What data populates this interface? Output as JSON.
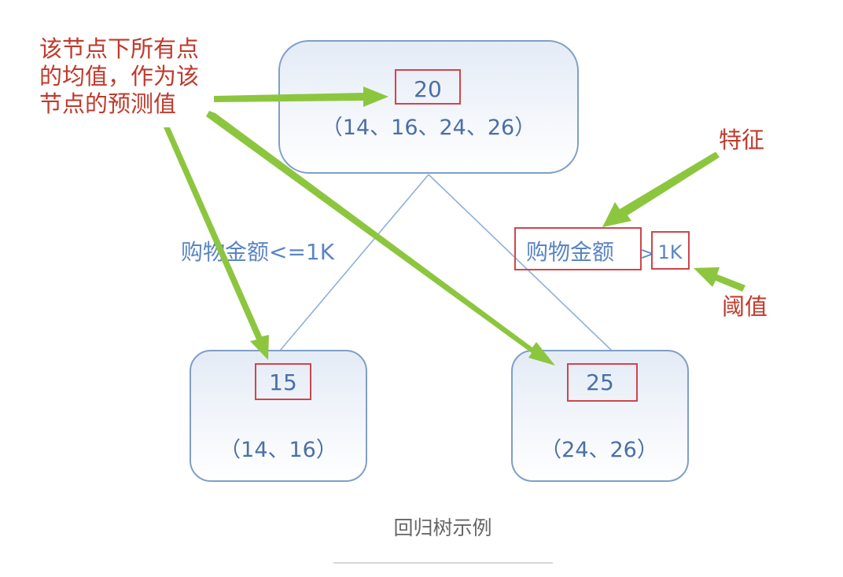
{
  "diagram": {
    "root": {
      "value": "20",
      "samples": "（14、16、24、26）"
    },
    "left_child": {
      "value": "15",
      "samples": "（14、16）"
    },
    "right_child": {
      "value": "25",
      "samples": "（24、26）"
    },
    "left_split_label": "购物金额<=1K",
    "right_split": {
      "feature": "购物金额",
      "operator": ">",
      "threshold": "1K"
    },
    "annotation_mean": [
      "该节点下所有点",
      "的均值，作为该",
      "节点的预测值"
    ],
    "annotation_feature": "特征",
    "annotation_threshold": "阈值"
  },
  "caption": "回归树示例",
  "colors": {
    "node_border": "#7f9fc7",
    "node_fill_top": "#e6edf7",
    "edge_line": "#8fb0d8",
    "highlight_box": "#d0454c",
    "arrow_green": "#8cc63f",
    "annotation_red": "#c0392b",
    "split_text_blue": "#5b86c2"
  }
}
